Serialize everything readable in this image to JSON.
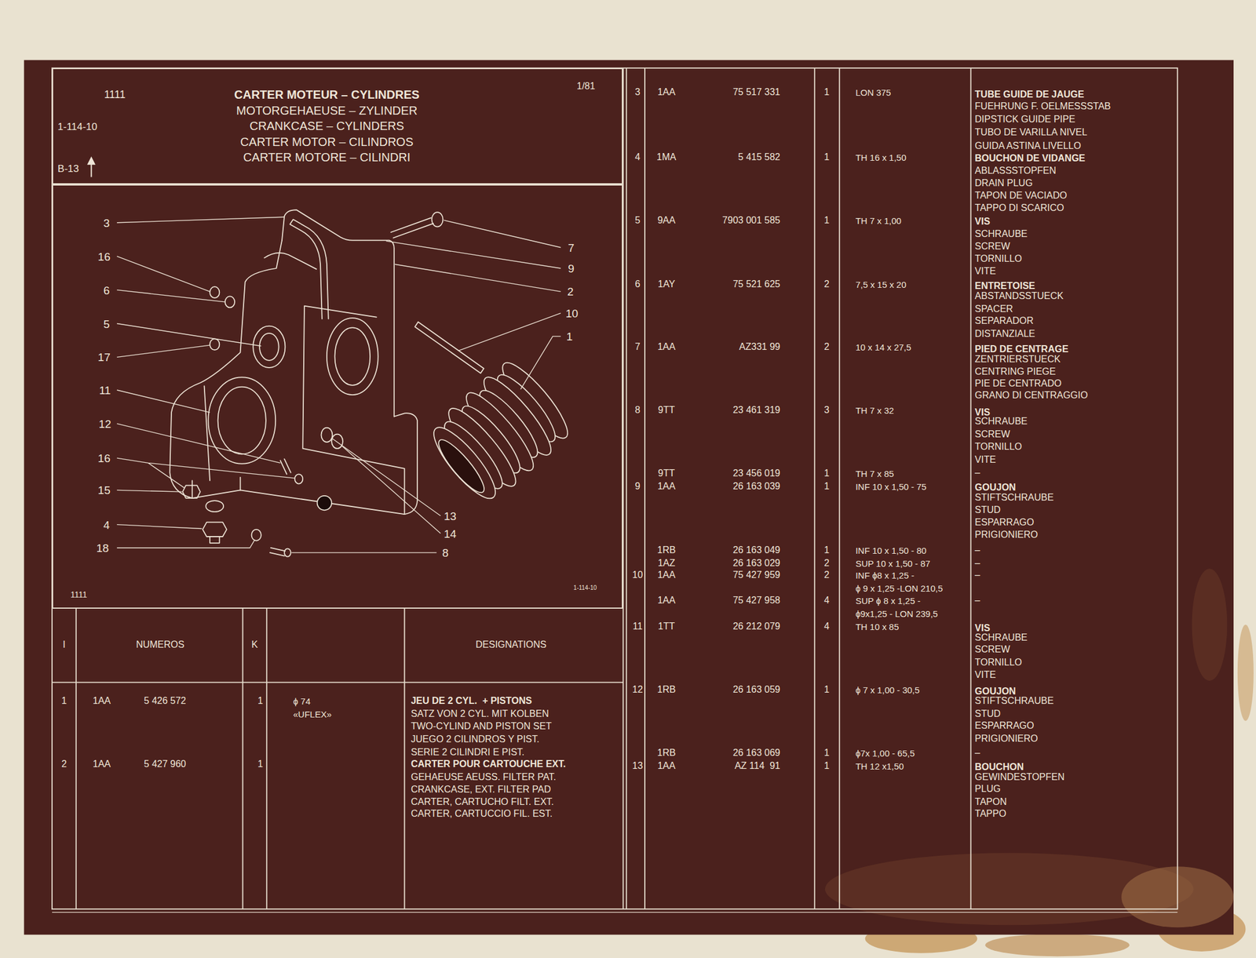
{
  "diagram": {
    "title": "CARTER MOTEUR – CYLINDRES",
    "nodes": [
      {
        "text": [
          "1111",
          "1-114-10",
          "B-13",
          "MOTORGEHAEUSE – ZYLINDER",
          "CRANKCASE – CYLINDERS",
          "CARTER MOTOR – CILINDROS",
          "CARTER MOTORE – CILINDRI",
          "1/81"
        ]
      },
      {
        "text": [
          "1111",
          "1-114-10"
        ]
      }
    ],
    "labels": [
      "3",
      "16",
      "6",
      "5",
      "17",
      "11",
      "12",
      "16",
      "15",
      "4",
      "18",
      "7",
      "9",
      "2",
      "10",
      "1",
      "13",
      "14",
      "8",
      "I",
      "NUMEROS",
      "K",
      "DESIGNATIONS",
      "1",
      "1AA",
      "5 426 572",
      "1",
      "ϕ 74",
      "«UFLEX»",
      "JEU DE 2 CYL.  + PISTONS",
      "SATZ VON 2 CYL. MIT KOLBEN",
      "TWO-CYLIND AND PISTON SET",
      "JUEGO 2 CILINDROS Y PIST.",
      "SERIE 2 CILINDRI E PIST.",
      "2",
      "1AA",
      "5 427 960",
      "1",
      "CARTER POUR CARTOUCHE EXT.",
      "GEHAEUSE AEUSS. FILTER PAT.",
      "CRANKCASE, EXT. FILTER PAD",
      "CARTER, CARTUCHO FILT. EXT.",
      "CARTER, CARTUCCIO FIL. EST.",
      "3",
      "1AA",
      "75 517 331",
      "1",
      "LON 375",
      "TUBE GUIDE DE JAUGE",
      "FUEHRUNG F. OELMESSSTAB",
      "DIPSTICK GUIDE PIPE",
      "TUBO DE VARILLA NIVEL",
      "GUIDA ASTINA LIVELLO",
      "4",
      "1MA",
      "5 415 582",
      "1",
      "TH 16 x 1,50",
      "BOUCHON DE VIDANGE",
      "ABLASSSTOPFEN",
      "DRAIN PLUG",
      "TAPON DE VACIADO",
      "TAPPO DI SCARICO",
      "5",
      "9AA",
      "7903 001 585",
      "1",
      "TH 7 x 1,00",
      "VIS",
      "SCHRAUBE",
      "SCREW",
      "TORNILLO",
      "VITE",
      "6",
      "1AY",
      "75 521 625",
      "2",
      "7,5 x 15 x 20",
      "ENTRETOISE",
      "ABSTANDSSTUECK",
      "SPACER",
      "SEPARADOR",
      "DISTANZIALE",
      "7",
      "1AA",
      "AZ331 99",
      "2",
      "10 x 14 x 27,5",
      "PIED DE CENTRAGE",
      "ZENTRIERSTUECK",
      "CENTRING PIEGE",
      "PIE DE CENTRADO",
      "GRANO DI CENTRAGGIO",
      "8",
      "9TT",
      "23 461 319",
      "3",
      "TH 7 x 32",
      "VIS",
      "SCHRAUBE",
      "SCREW",
      "TORNILLO",
      "VITE",
      "9TT",
      "23 456 019",
      "1",
      "TH 7 x 85",
      "–",
      "9",
      "1AA",
      "26 163 039",
      "1",
      "INF 10 x 1,50 - 75",
      "GOUJON",
      "STIFTSCHRAUBE",
      "STUD",
      "ESPARRAGO",
      "PRIGIONIERO",
      "1RB",
      "26 163 049",
      "1",
      "INF 10 x 1,50 - 80",
      "–",
      "1AZ",
      "26 163 029",
      "2",
      "SUP 10 x 1,50 - 87",
      "–",
      "10",
      "1AA",
      "75 427 959",
      "2",
      "INF ϕ8 x 1,25 -",
      "–",
      "ϕ 9 x 1,25 -LON 210,5",
      "1AA",
      "75 427 958",
      "4",
      "SUP ϕ 8 x 1,25 -",
      "–",
      "ϕ9x1,25 - LON 239,5",
      "11",
      "1TT",
      "26 212 079",
      "4",
      "TH 10 x 85",
      "VIS",
      "SCHRAUBE",
      "SCREW",
      "TORNILLO",
      "VITE",
      "12",
      "1RB",
      "26 163 059",
      "1",
      "ϕ 7 x 1,00 - 30,5",
      "GOUJON",
      "STIFTSCHRAUBE",
      "STUD",
      "ESPARRAGO",
      "PRIGIONIERO",
      "1RB",
      "26 163 069",
      "1",
      "ϕ7x 1,00 - 65,5",
      "–",
      "13",
      "1AA",
      "AZ 114  91",
      "1",
      "TH 12 x1,50",
      "BOUCHON",
      "GEWINDESTOPFEN",
      "PLUG",
      "TAPON",
      "TAPPO"
    ]
  }
}
